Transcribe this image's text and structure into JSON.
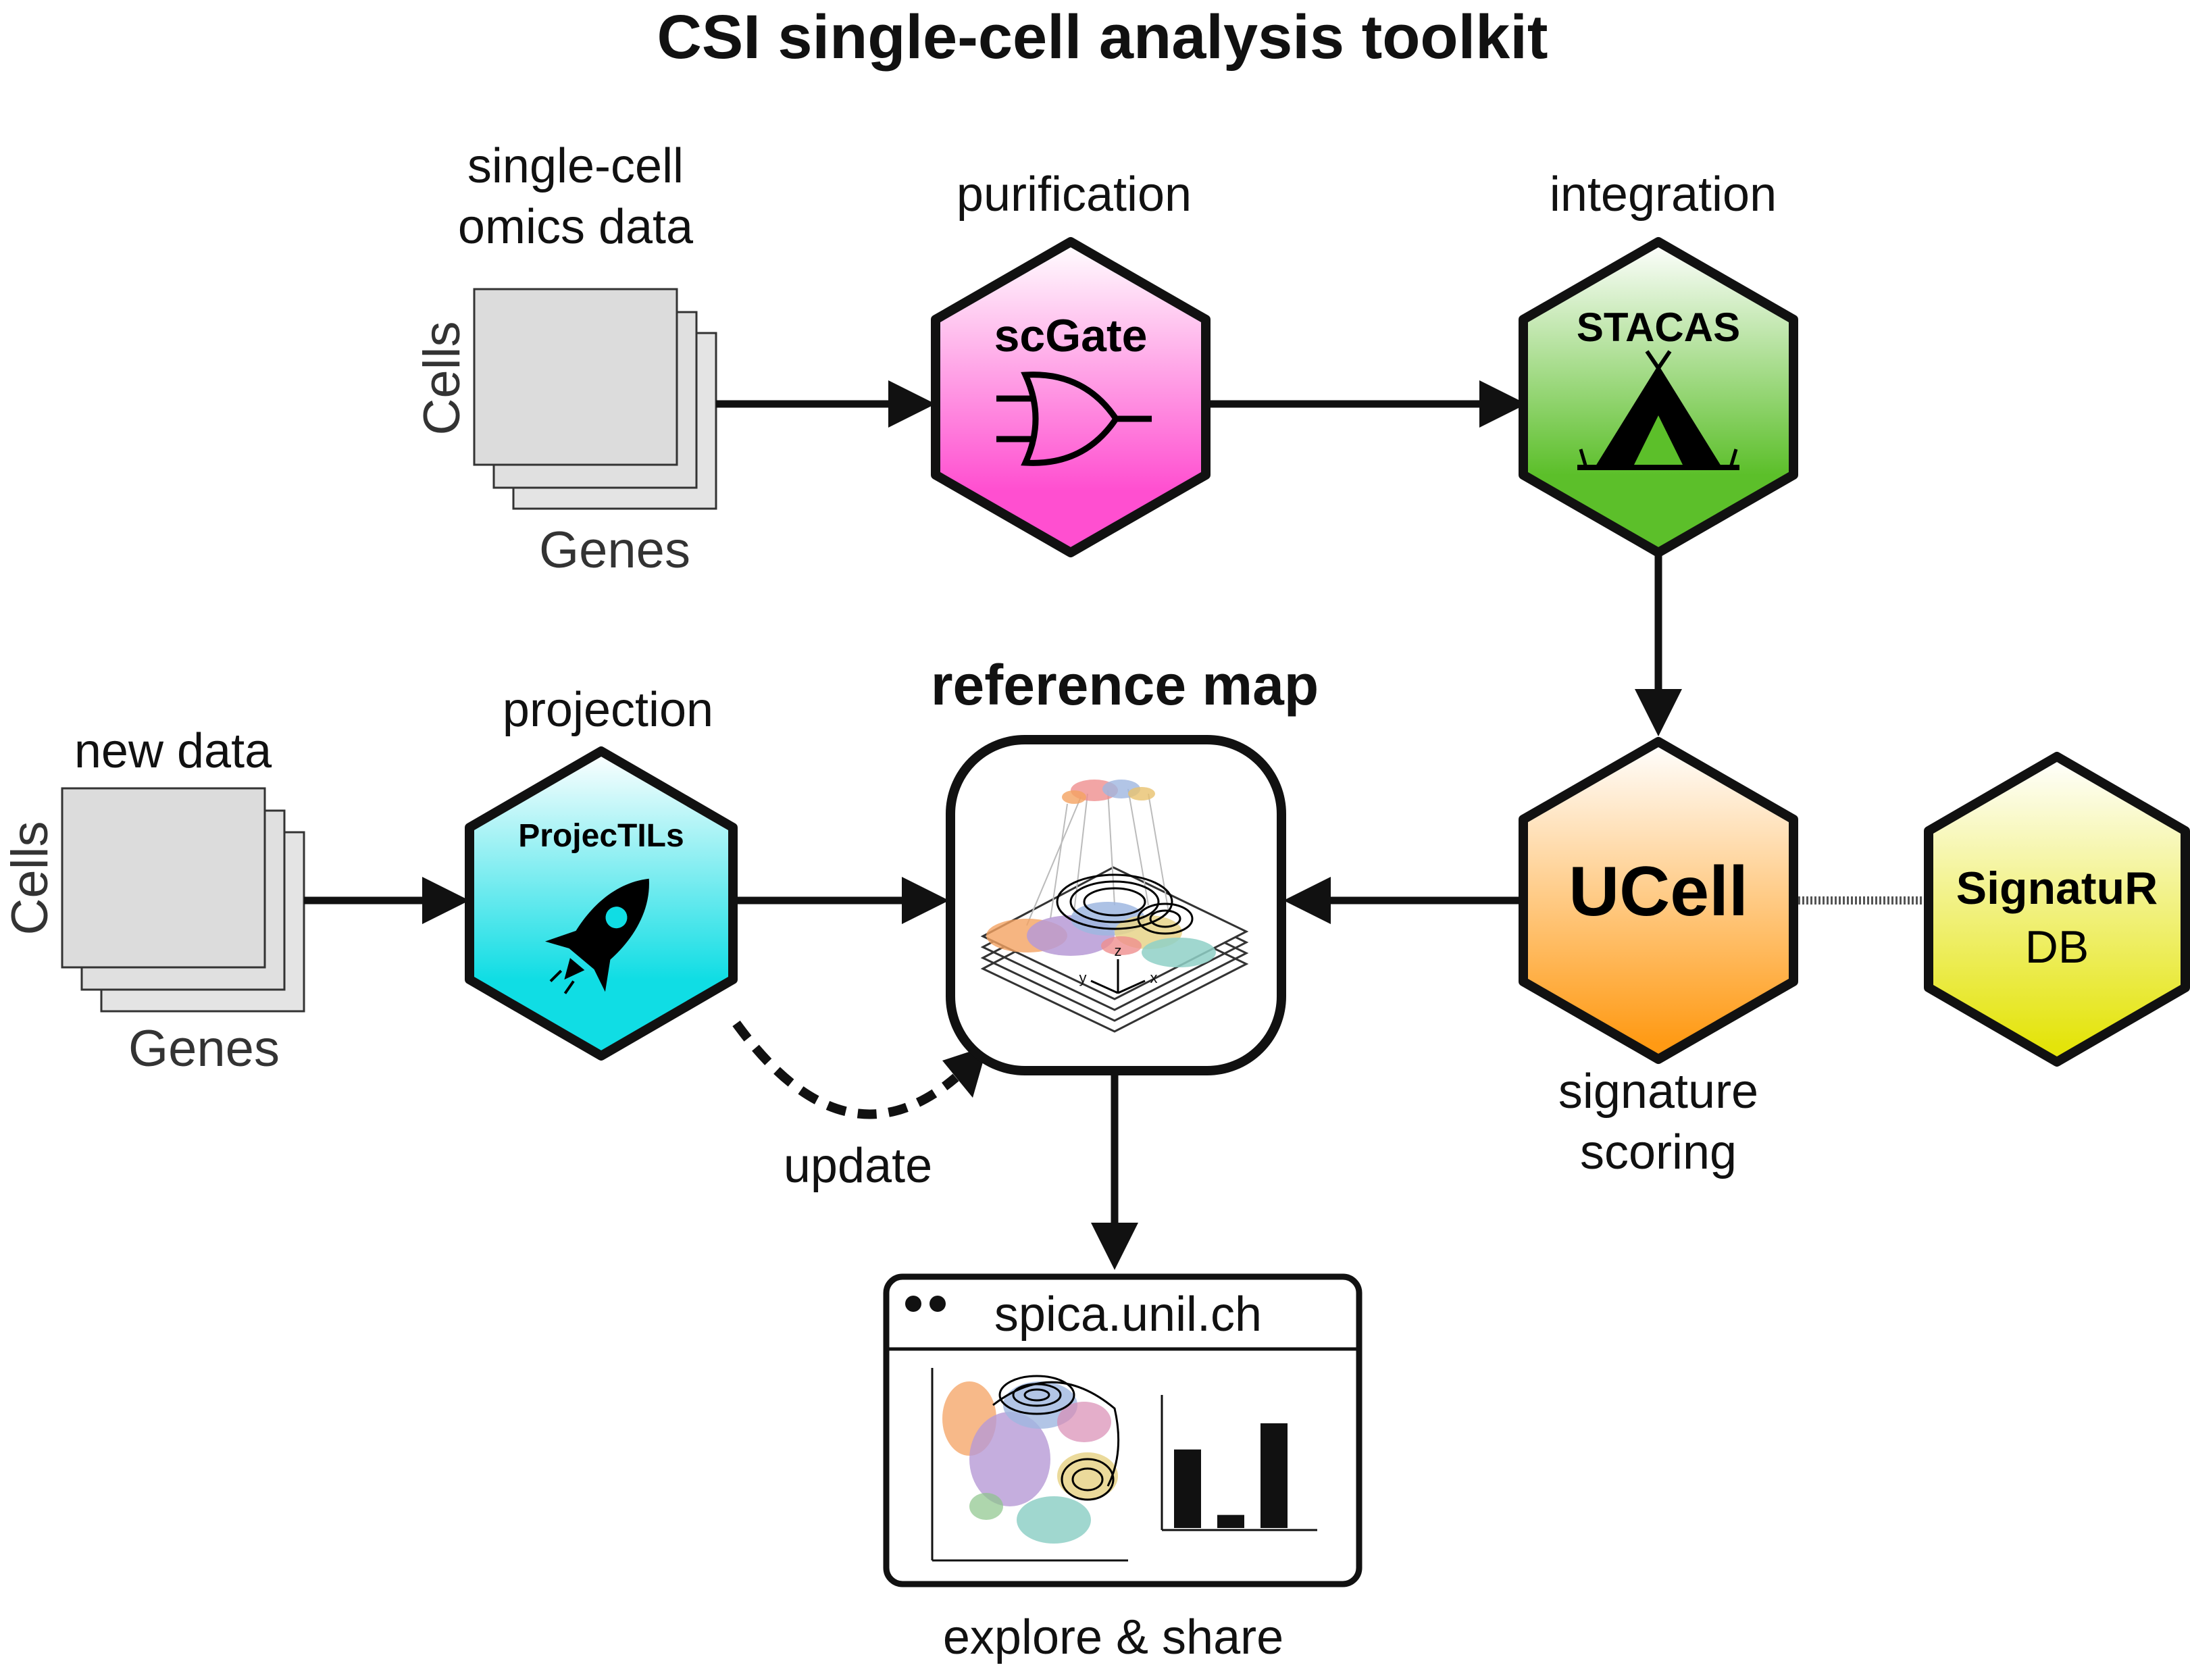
{
  "title": "CSI single-cell analysis toolkit",
  "input_data": {
    "label_line1": "single-cell",
    "label_line2": "omics data",
    "axis_rows": "Cells",
    "axis_cols": "Genes"
  },
  "new_data": {
    "label": "new data",
    "axis_rows": "Cells",
    "axis_cols": "Genes"
  },
  "tools": {
    "scgate": {
      "name": "scGate",
      "step": "purification",
      "color_top": "#ffffff",
      "color_bottom": "#ff4fd0",
      "icon": "or-gate-icon"
    },
    "stacas": {
      "name": "STACAS",
      "step": "integration",
      "color_top": "#ffffff",
      "color_bottom": "#5cbf2a",
      "icon": "tent-icon"
    },
    "ucell": {
      "name": "UCell",
      "step_line1": "signature",
      "step_line2": "scoring",
      "color_top": "#ffffff",
      "color_bottom": "#ff9a14"
    },
    "signatur": {
      "name_line1": "SignatuR",
      "name_line2": "DB",
      "color_top": "#ffffff",
      "color_bottom": "#e4e40a"
    },
    "projectils": {
      "name": "ProjecTILs",
      "step": "projection",
      "color_top": "#ffffff",
      "color_bottom": "#10dde4",
      "icon": "rocket-icon"
    }
  },
  "reference_map": {
    "label": "reference map",
    "axis_x": "x",
    "axis_y": "y",
    "axis_z": "z"
  },
  "update_label": "update",
  "web": {
    "url": "spica.unil.ch",
    "caption": "explore & share"
  },
  "bar_chart": {
    "values": [
      3,
      0.5,
      4
    ]
  }
}
